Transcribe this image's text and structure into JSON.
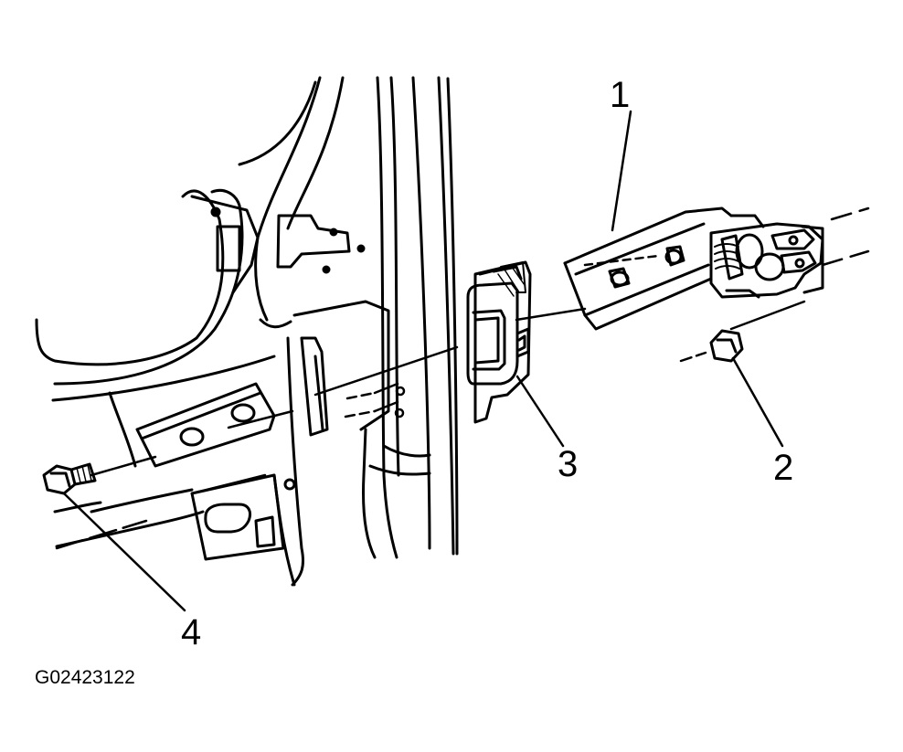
{
  "figure_id": "G02423122",
  "callouts": [
    {
      "number": "1",
      "part": "door-hinge"
    },
    {
      "number": "2",
      "part": "hinge-nut"
    },
    {
      "number": "3",
      "part": "hinge-cover"
    },
    {
      "number": "4",
      "part": "hinge-bolt"
    }
  ],
  "colors": {
    "line": "#000000",
    "background": "#ffffff"
  }
}
